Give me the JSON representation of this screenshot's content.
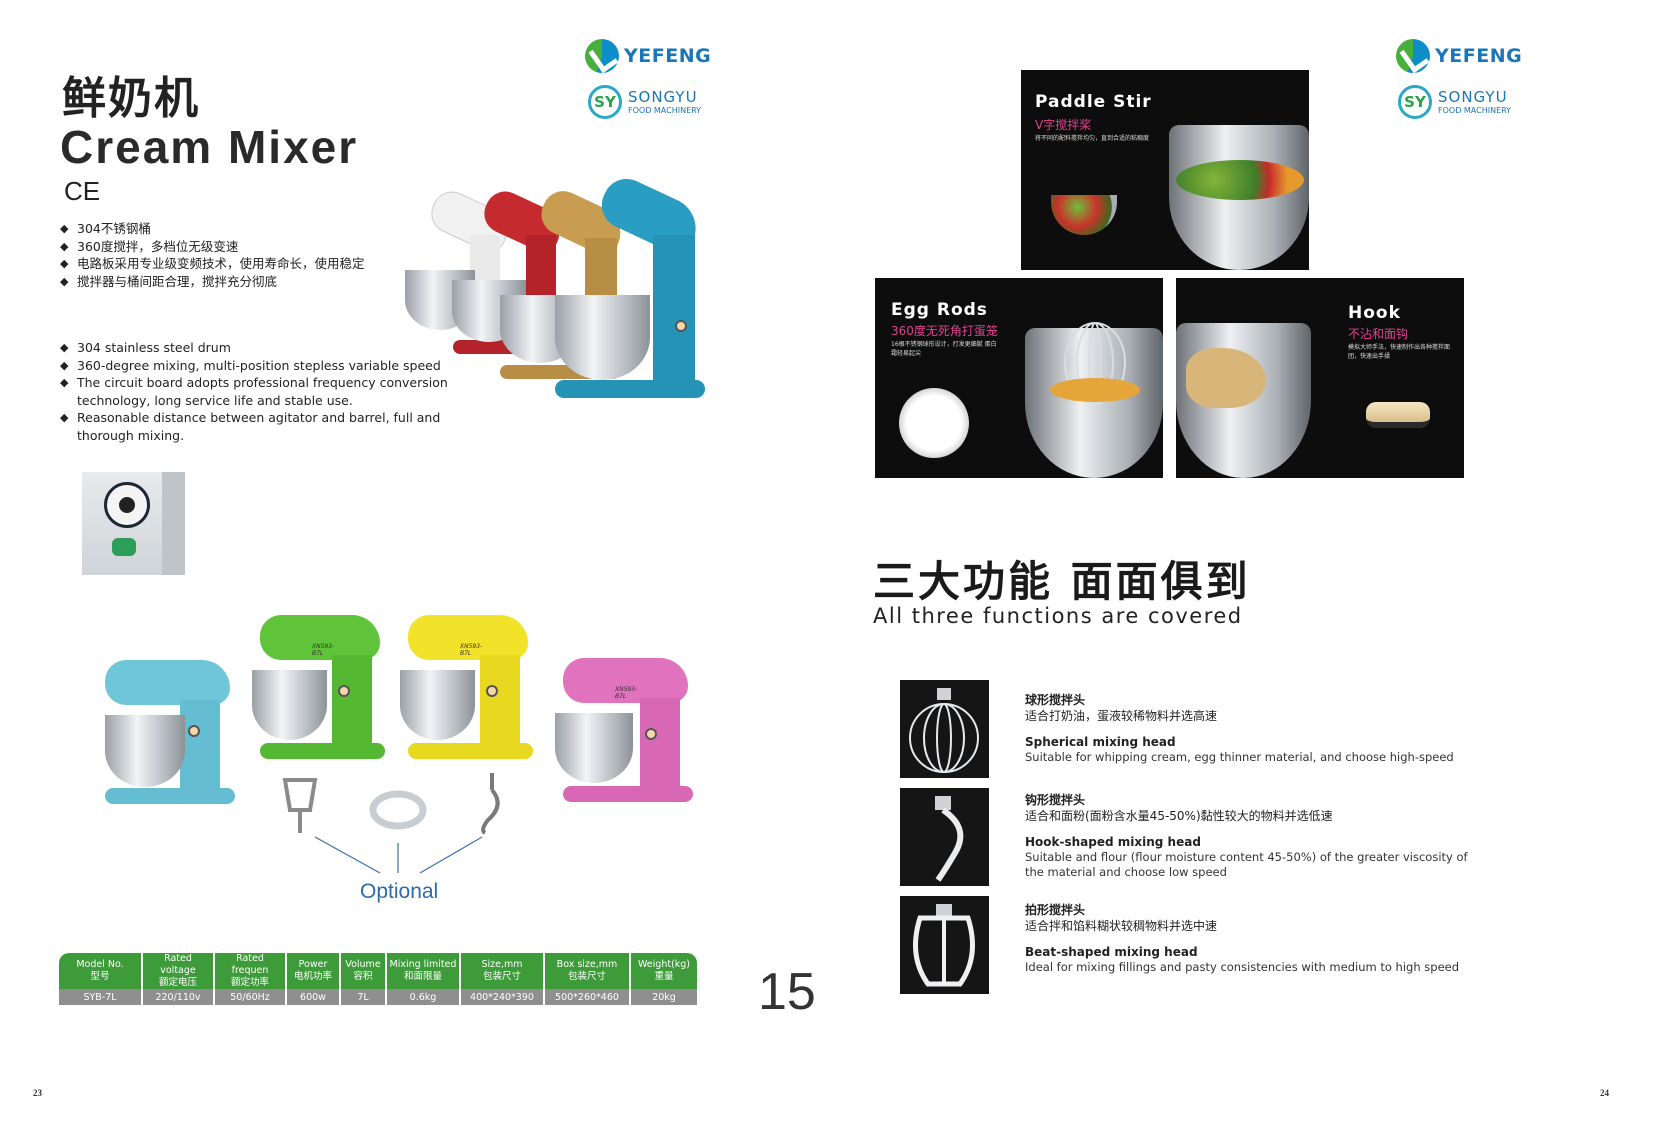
{
  "brand": {
    "yefeng": "YEFENG",
    "songyu": "SONGYU",
    "songyu_sub": "FOOD MACHINERY",
    "songyu_mark": "SY",
    "colors": {
      "blue": "#1a76b8",
      "green": "#48b03a"
    }
  },
  "left": {
    "title_cn": "鲜奶机",
    "title_en": "Cream Mixer",
    "ce": "CE",
    "bullets_cn": [
      "304不锈钢桶",
      "360度搅拌，多档位无级变速",
      "电路板采用专业级变频技术，使用寿命长，使用稳定",
      "搅拌器与桶间距合理，搅拌充分彻底"
    ],
    "bullets_en": [
      "304 stainless steel drum",
      "360-degree mixing, multi-position stepless variable speed",
      "The circuit board adopts professional frequency conversion technology, long service life and stable use.",
      "Reasonable distance between agitator and barrel, full and thorough mixing."
    ],
    "mixer_label": "XN593-B7L",
    "optional": "Optional",
    "page_large": "15",
    "page_small": "23"
  },
  "spec_table": {
    "headers": [
      [
        "Model No.",
        "型号"
      ],
      [
        "Rated voltage",
        "额定电压"
      ],
      [
        "Rated frequen",
        "额定功率"
      ],
      [
        "Power",
        "电机功率"
      ],
      [
        "Volume",
        "容积"
      ],
      [
        "Mixing limited",
        "和面限量"
      ],
      [
        "Size,mm",
        "包装尺寸"
      ],
      [
        "Box size,mm",
        "包装尺寸"
      ],
      [
        "Weight(kg)",
        "重量"
      ]
    ],
    "row": [
      "SYB-7L",
      "220/110v",
      "50/60Hz",
      "600w",
      "7L",
      "0.6kg",
      "400*240*390",
      "500*260*460",
      "20kg"
    ]
  },
  "right": {
    "paddle": {
      "title": "Paddle Stir",
      "cn": "V字搅拌桨",
      "desc": "将不同的配料搅拌均匀，直到合适的粘稠度"
    },
    "egg": {
      "title": "Egg Rods",
      "cn": "360度无死角打蛋笼",
      "desc": "16根不锈钢球形设计，打发更细腻 蛋白霜轻易起尖"
    },
    "hook": {
      "title": "Hook",
      "cn": "不沾和面钩",
      "desc": "模拟大师手法，快速制作出各种搅拌面团，快速出手揉"
    },
    "headline_cn": "三大功能 面面俱到",
    "headline_en": "All three functions are covered",
    "heads": [
      {
        "cn_title": "球形搅拌头",
        "cn_desc": "适合打奶油，蛋液较稀物料并选高速",
        "en_title": "Spherical mixing head",
        "en_desc": "Suitable for whipping cream, egg thinner material, and choose high-speed"
      },
      {
        "cn_title": "钩形搅拌头",
        "cn_desc": "适合和面粉(面粉含水量45-50%)黏性较大的物料并选低速",
        "en_title": "Hook-shaped mixing head",
        "en_desc": "Suitable and flour (flour moisture content 45-50%) of the greater viscosity of the material and choose low speed"
      },
      {
        "cn_title": "拍形搅拌头",
        "cn_desc": "适合拌和馅料糊状较稠物料并选中速",
        "en_title": "Beat-shaped mixing head",
        "en_desc": "Ideal for mixing fillings and pasty consistencies with medium to high speed"
      }
    ],
    "page_small": "24"
  }
}
